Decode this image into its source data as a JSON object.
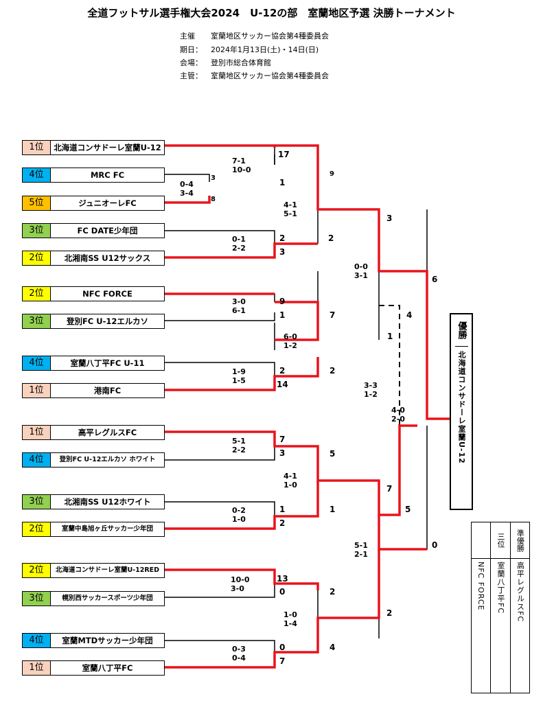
{
  "title": "全道フットサル選手権大会2024　U-12の部　室蘭地区予選 決勝トーナメント",
  "info": [
    {
      "key": "主催",
      "value": "室蘭地区サッカー協会第4種委員会"
    },
    {
      "key": "期日：",
      "value": "2024年1月13日(土)・14日(日)"
    },
    {
      "key": "会場：",
      "value": "登別市総合体育館"
    },
    {
      "key": "主管：",
      "value": "室蘭地区サッカー協会第4種委員会"
    }
  ],
  "colors": {
    "red": "#e8141c",
    "rank1": "#f9d2bd",
    "rank2": "#ffff00",
    "rank3": "#92d050",
    "rank4": "#00b0f0",
    "rank5": "#ffc000"
  },
  "teams": [
    {
      "rank": "1位",
      "name": "北海道コンサドーレ室蘭U-12"
    },
    {
      "rank": "4位",
      "name": "MRC FC"
    },
    {
      "rank": "5位",
      "name": "ジュニオーレFC"
    },
    {
      "rank": "3位",
      "name": "FC DATE少年団"
    },
    {
      "rank": "2位",
      "name": "北湘南SS U12サックス"
    },
    {
      "rank": "2位",
      "name": "NFC FORCE"
    },
    {
      "rank": "3位",
      "name": "登別FC U-12エルカソ"
    },
    {
      "rank": "4位",
      "name": "室蘭八丁平FC U-11"
    },
    {
      "rank": "1位",
      "name": "港南FC"
    },
    {
      "rank": "1位",
      "name": "高平レグルスFC"
    },
    {
      "rank": "4位",
      "name": "登別FC U-12エルカソ ホワイト"
    },
    {
      "rank": "3位",
      "name": "北湘南SS U12ホワイト"
    },
    {
      "rank": "2位",
      "name": "室蘭中島旭ヶ丘サッカー少年団"
    },
    {
      "rank": "2位",
      "name": "北海道コンサドーレ室蘭U-12RED"
    },
    {
      "rank": "3位",
      "name": "幌別西サッカースポーツ少年団"
    },
    {
      "rank": "4位",
      "name": "室蘭MTDサッカー少年団"
    },
    {
      "rank": "1位",
      "name": "室蘭八丁平FC"
    }
  ],
  "half_scores": [
    {
      "a": "7-1",
      "b": "10-0"
    },
    {
      "a": "0-4",
      "b": "3-4"
    },
    {
      "a": "4-1",
      "b": "5-1"
    },
    {
      "a": "0-1",
      "b": "2-2"
    },
    {
      "a": "0-0",
      "b": "3-1"
    },
    {
      "a": "3-0",
      "b": "6-1"
    },
    {
      "a": "6-0",
      "b": "1-2"
    },
    {
      "a": "1-9",
      "b": "1-5"
    },
    {
      "a": "3-3",
      "b": "1-2"
    },
    {
      "a": "4-0",
      "b": "2-0"
    },
    {
      "a": "5-1",
      "b": "2-2"
    },
    {
      "a": "4-1",
      "b": "1-0"
    },
    {
      "a": "0-2",
      "b": "1-0"
    },
    {
      "a": "5-1",
      "b": "2-1"
    },
    {
      "a": "10-0",
      "b": "3-0"
    },
    {
      "a": "1-0",
      "b": "1-4"
    },
    {
      "a": "0-3",
      "b": "0-4"
    }
  ],
  "totals": [
    "17",
    "1",
    "3",
    "8",
    "9",
    "2",
    "3",
    "2",
    "3",
    "6",
    "9",
    "1",
    "7",
    "4",
    "1",
    "2",
    "14",
    "2",
    "7",
    "3",
    "5",
    "1",
    "2",
    "1",
    "7",
    "5",
    "0",
    "13",
    "0",
    "2",
    "2",
    "0",
    "7",
    "4"
  ],
  "winner": {
    "header": "優勝",
    "name": "北海道コンサドーレ室蘭U-12"
  },
  "places": [
    {
      "header": "準優勝",
      "name": "高平レグルスFC"
    },
    {
      "header": "三位",
      "name": "室蘭八丁平FC"
    },
    {
      "header": "",
      "name": "NFC FORCE"
    }
  ]
}
